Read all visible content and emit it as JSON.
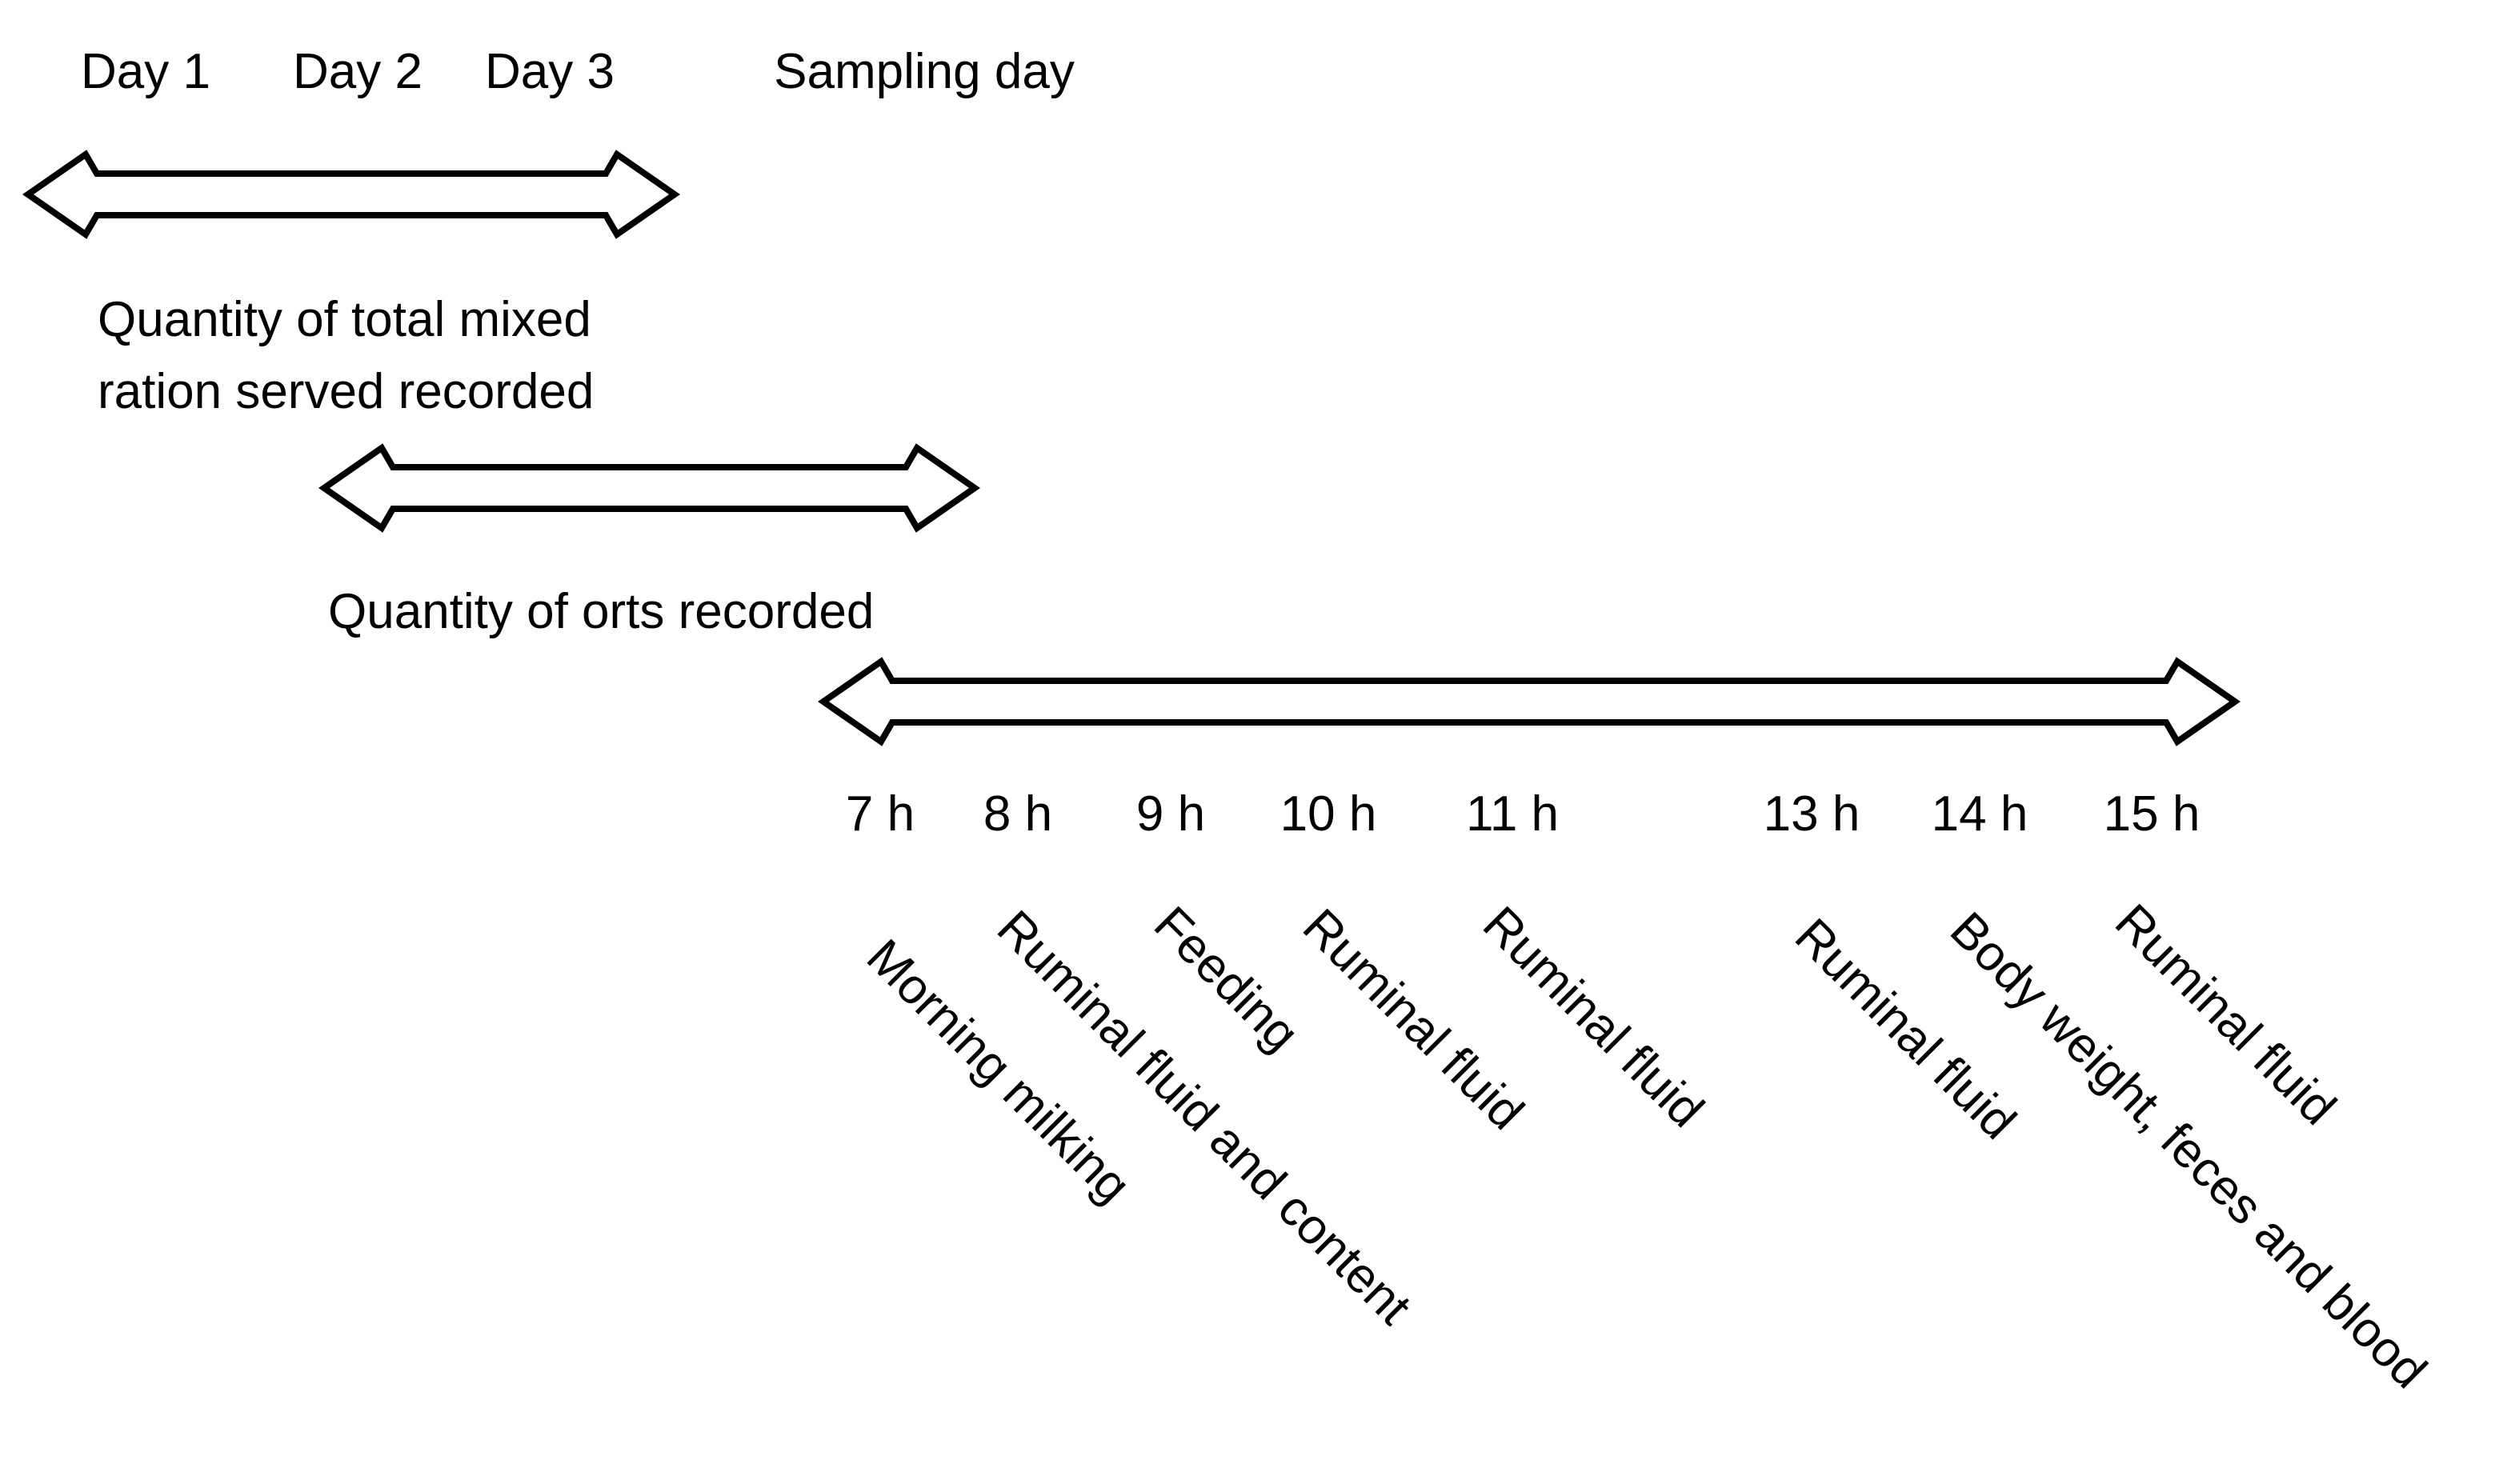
{
  "diagram": {
    "background": "#ffffff",
    "ink": "#000000",
    "header": {
      "day1": "Day 1",
      "day2": "Day 2",
      "day3": "Day 3",
      "sampling_day": "Sampling day"
    },
    "annotations": {
      "tmr": {
        "lines": [
          "Quantity of total mixed",
          "ration served recorded"
        ]
      },
      "orts": "Quantity of orts recorded"
    },
    "timeline": {
      "hours": [
        {
          "label": "7 h"
        },
        {
          "label": "8 h"
        },
        {
          "label": "9 h"
        },
        {
          "label": "10 h"
        },
        {
          "label": "11 h"
        },
        {
          "label": "13 h"
        },
        {
          "label": "14 h"
        },
        {
          "label": "15 h"
        }
      ],
      "events": [
        {
          "time": "7 h",
          "text": "Morning milking"
        },
        {
          "time": "8 h",
          "text": "Ruminal fluid and content"
        },
        {
          "time": "9 h",
          "text": "Feeding"
        },
        {
          "time": "10 h",
          "text": "Ruminal fluid"
        },
        {
          "time": "11 h",
          "text": "Ruminal fluid"
        },
        {
          "time": "13 h",
          "text": "Ruminal fluid"
        },
        {
          "time": "14 h",
          "text": "Body weight, feces and blood"
        },
        {
          "time": "15 h",
          "text": "Ruminal fluid"
        }
      ]
    }
  }
}
